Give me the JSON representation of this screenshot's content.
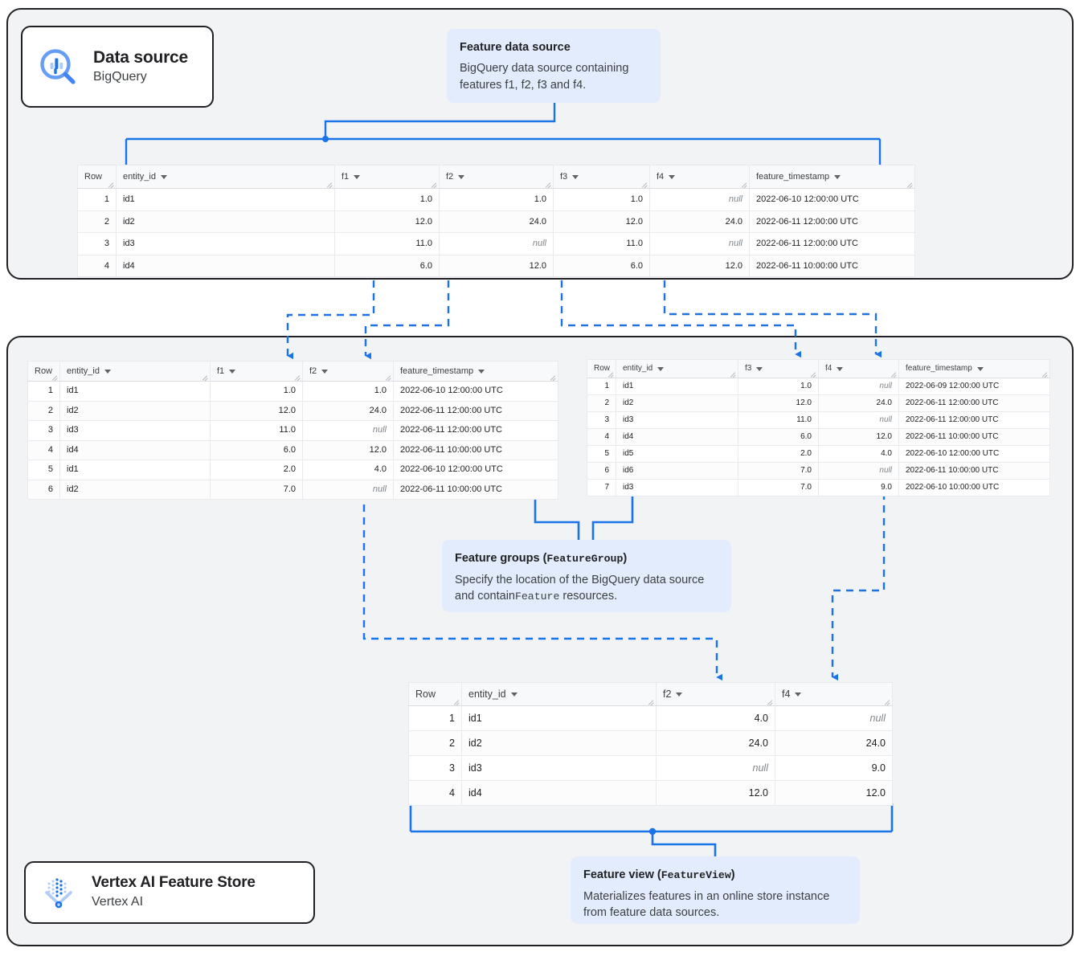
{
  "panels": {
    "top_label": "data-source-panel",
    "bottom_label": "vertex-ai-feature-store-panel"
  },
  "cards": {
    "data_source": {
      "title": "Data source",
      "subtitle": "BigQuery",
      "icon": "bigquery-magnifier-icon"
    },
    "feature_store": {
      "title": "Vertex AI Feature Store",
      "subtitle": "Vertex AI",
      "icon": "vertex-ai-feature-store-icon"
    }
  },
  "callouts": {
    "feature_data_source": {
      "title": "Feature data source",
      "body": "BigQuery data source containing features f1, f2, f3 and f4."
    },
    "feature_groups": {
      "title_text": "Feature groups (",
      "title_code": "FeatureGroup",
      "title_tail": ")",
      "body_pre": "Specify the location of the BigQuery data source and contain",
      "body_code": "Feature",
      "body_post": " resources."
    },
    "feature_view": {
      "title_text": "Feature view (",
      "title_code": "FeatureView",
      "title_tail": ")",
      "body": "Materializes features in an online store instance from feature data sources."
    }
  },
  "colors": {
    "accent_blue": "#1a73e8",
    "callout_bg": "#e3ecfd",
    "panel_bg": "#f1f3f4",
    "outline": "#202124",
    "grid": "#e8eaed"
  },
  "tables": {
    "source": {
      "name": "feature-data-source-table",
      "columns": [
        "Row",
        "entity_id",
        "f1",
        "f2",
        "f3",
        "f4",
        "feature_timestamp"
      ],
      "rows": [
        [
          "1",
          "id1",
          "1.0",
          "1.0",
          "1.0",
          "null",
          "2022-06-10 12:00:00 UTC"
        ],
        [
          "2",
          "id2",
          "12.0",
          "24.0",
          "12.0",
          "24.0",
          "2022-06-11 12:00:00 UTC"
        ],
        [
          "3",
          "id3",
          "11.0",
          "null",
          "11.0",
          "null",
          "2022-06-11 12:00:00 UTC"
        ],
        [
          "4",
          "id4",
          "6.0",
          "12.0",
          "6.0",
          "12.0",
          "2022-06-11 10:00:00 UTC"
        ]
      ]
    },
    "feature_group_1": {
      "name": "feature-group-1-table",
      "columns": [
        "Row",
        "entity_id",
        "f1",
        "f2",
        "feature_timestamp"
      ],
      "rows": [
        [
          "1",
          "id1",
          "1.0",
          "1.0",
          "2022-06-10 12:00:00 UTC"
        ],
        [
          "2",
          "id2",
          "12.0",
          "24.0",
          "2022-06-11 12:00:00 UTC"
        ],
        [
          "3",
          "id3",
          "11.0",
          "null",
          "2022-06-11 12:00:00 UTC"
        ],
        [
          "4",
          "id4",
          "6.0",
          "12.0",
          "2022-06-11 10:00:00 UTC"
        ],
        [
          "5",
          "id1",
          "2.0",
          "4.0",
          "2022-06-10 12:00:00 UTC"
        ],
        [
          "6",
          "id2",
          "7.0",
          "null",
          "2022-06-11 10:00:00 UTC"
        ]
      ]
    },
    "feature_group_2": {
      "name": "feature-group-2-table",
      "columns": [
        "Row",
        "entity_id",
        "f3",
        "f4",
        "feature_timestamp"
      ],
      "rows": [
        [
          "1",
          "id1",
          "1.0",
          "null",
          "2022-06-09 12:00:00 UTC"
        ],
        [
          "2",
          "id2",
          "12.0",
          "24.0",
          "2022-06-11 12:00:00 UTC"
        ],
        [
          "3",
          "id3",
          "11.0",
          "null",
          "2022-06-11 12:00:00 UTC"
        ],
        [
          "4",
          "id4",
          "6.0",
          "12.0",
          "2022-06-11 10:00:00 UTC"
        ],
        [
          "5",
          "id5",
          "2.0",
          "4.0",
          "2022-06-10 12:00:00 UTC"
        ],
        [
          "6",
          "id6",
          "7.0",
          "null",
          "2022-06-11 10:00:00 UTC"
        ],
        [
          "7",
          "id3",
          "7.0",
          "9.0",
          "2022-06-10 10:00:00 UTC"
        ]
      ]
    },
    "feature_view": {
      "name": "feature-view-table",
      "columns": [
        "Row",
        "entity_id",
        "f2",
        "f4"
      ],
      "rows": [
        [
          "1",
          "id1",
          "4.0",
          "null"
        ],
        [
          "2",
          "id2",
          "24.0",
          "24.0"
        ],
        [
          "3",
          "id3",
          "null",
          "9.0"
        ],
        [
          "4",
          "id4",
          "12.0",
          "12.0"
        ]
      ]
    }
  }
}
